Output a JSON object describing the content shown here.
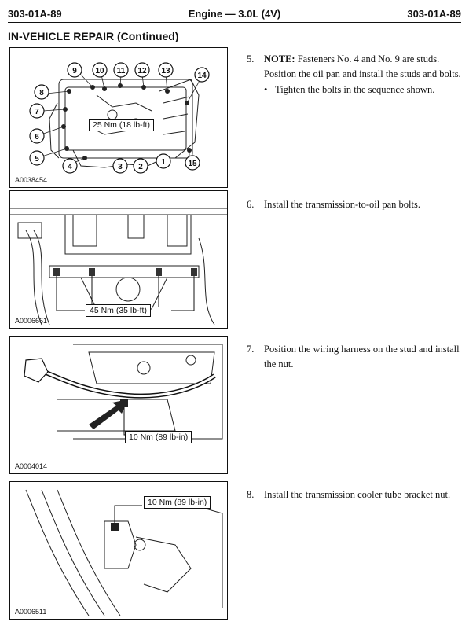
{
  "header": {
    "left_code": "303-01A-89",
    "center_title": "Engine — 3.0L (4V)",
    "right_code": "303-01A-89"
  },
  "section_title": "IN-VEHICLE REPAIR (Continued)",
  "figures": [
    {
      "id": "A0038454",
      "torque": "25 Nm (18 lb-ft)",
      "callouts": [
        "1",
        "2",
        "3",
        "4",
        "5",
        "6",
        "7",
        "8",
        "9",
        "10",
        "11",
        "12",
        "13",
        "14",
        "15"
      ]
    },
    {
      "id": "A0006661",
      "torque": "45 Nm (35 lb-ft)"
    },
    {
      "id": "A0004014",
      "torque": "10 Nm (89 lb-in)"
    },
    {
      "id": "A0006511",
      "torque": "10 Nm (89 lb-in)"
    }
  ],
  "steps": [
    {
      "number": "5.",
      "note_label": "NOTE:",
      "note_text": "Fasteners No. 4 and No. 9 are studs.",
      "text": "Position the oil pan and install the studs and bolts.",
      "bullet": "Tighten the bolts in the sequence shown."
    },
    {
      "number": "6.",
      "text": "Install the transmission-to-oil pan bolts."
    },
    {
      "number": "7.",
      "text": "Position the wiring harness on the stud and install the nut."
    },
    {
      "number": "8.",
      "text": "Install the transmission cooler tube bracket nut."
    }
  ]
}
